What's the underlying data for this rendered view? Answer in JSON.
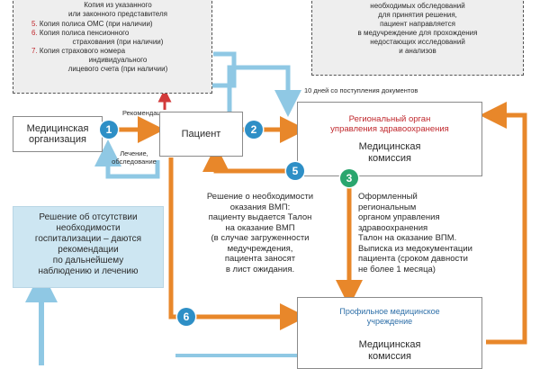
{
  "top_left_box": {
    "lines": [
      {
        "text": "Копия из указанного",
        "style": "plain"
      },
      {
        "text": "или законного представителя",
        "style": "plain"
      },
      {
        "text": "5.",
        "rest": " Копия полиса ОМС (при наличии)",
        "style": "numbered"
      },
      {
        "text": "6.",
        "rest": " Копия полиса пенсионного",
        "style": "numbered"
      },
      {
        "text": "страхования (при наличии)",
        "style": "indent"
      },
      {
        "text": "7.",
        "rest": " Копия страхового номера",
        "style": "numbered"
      },
      {
        "text": "индивидуального",
        "style": "indent"
      },
      {
        "text": "лицевого счета (при наличии)",
        "style": "indent"
      }
    ]
  },
  "top_right_box": {
    "lines": [
      "необходимых обследований",
      "для принятия решения,",
      "пациент направляется",
      "в медучреждение для прохождения",
      "недостающих исследований",
      "и анализов"
    ]
  },
  "days_note": "10 дней со поступления документов",
  "med_org_box": {
    "line1": "Медицинская",
    "line2": "организация"
  },
  "patient_box": {
    "label": "Пациент"
  },
  "regional_box": {
    "title1": "Региональный орган",
    "title2": "управления здравоохранения",
    "sub1": "Медицинская",
    "sub2": "комиссия"
  },
  "profile_box": {
    "title1": "Профильное медицинское",
    "title2": "учреждение",
    "sub1": "Медицинская",
    "sub2": "комиссия"
  },
  "labels": {
    "recommendation": "Рекомендации",
    "treatment1": "Лечение,",
    "treatment2": "обследование"
  },
  "blue_box": {
    "lines": [
      "Решение об отсутствии",
      "необходимости",
      "госпитализации – даются",
      "рекомендации",
      "по дальнейшему",
      "наблюдению и лечению"
    ]
  },
  "decision_text": {
    "lines": [
      "Решение о необходимости",
      "оказания ВМП:",
      "пациенту выдается Талон",
      "на оказание ВМП",
      "(в случае загруженности",
      "медучреждения,",
      "пациента заносят",
      "в лист ожидания."
    ]
  },
  "issued_text": {
    "lines": [
      "Оформленный",
      "региональным",
      "органом управления",
      "здравоохранения",
      "Талон на оказание ВПМ.",
      "Выписка из медокументации",
      "пациента (сроком давности",
      "не более 1 месяца)"
    ]
  },
  "badges": [
    "1",
    "2",
    "3",
    "5",
    "6"
  ],
  "colors": {
    "orange_arrow": "#e8872a",
    "blue_arrow": "#8fc8e4",
    "badge_blue": "#2e8fc6",
    "badge_green": "#2aa66e",
    "red_text": "#c0282d"
  }
}
